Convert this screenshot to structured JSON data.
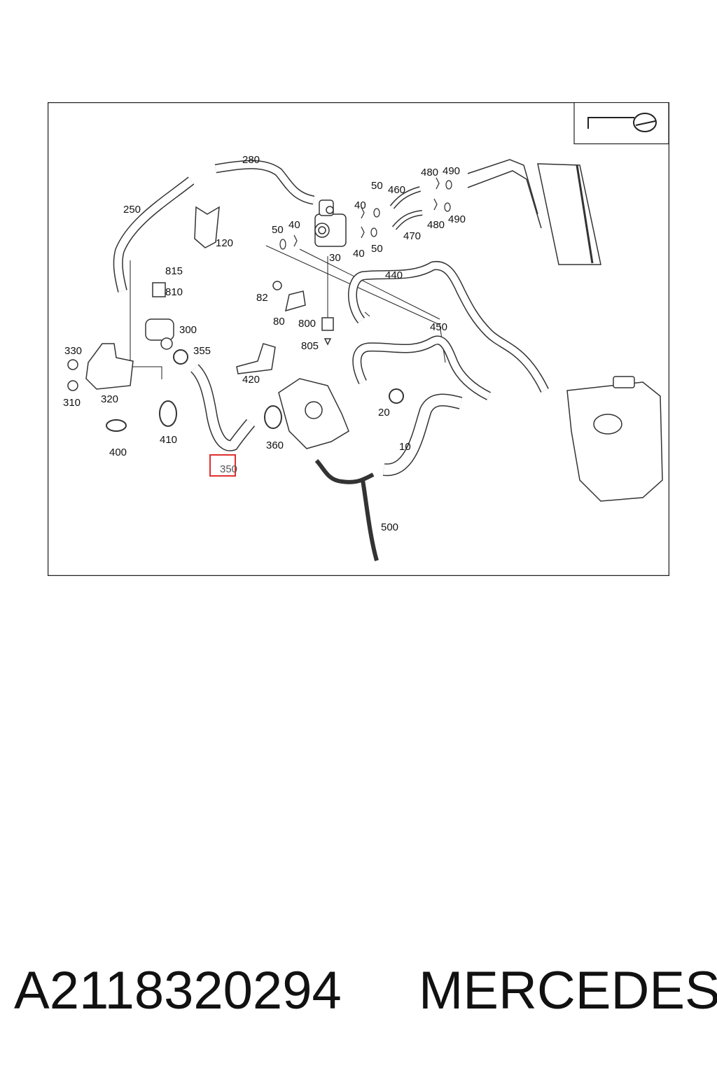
{
  "diagram": {
    "part_labels": {
      "p10": "10",
      "p20": "20",
      "p30": "30",
      "p40a": "40",
      "p40b": "40",
      "p40c": "40",
      "p50a": "50",
      "p50b": "50",
      "p50c": "50",
      "p80": "80",
      "p82": "82",
      "p120": "120",
      "p250": "250",
      "p280": "280",
      "p300": "300",
      "p310": "310",
      "p320": "320",
      "p330": "330",
      "p350": "350",
      "p355": "355",
      "p360": "360",
      "p400": "400",
      "p410": "410",
      "p420": "420",
      "p440": "440",
      "p450": "450",
      "p460": "460",
      "p470": "470",
      "p480a": "480",
      "p480b": "480",
      "p490a": "490",
      "p490b": "490",
      "p500": "500",
      "p800": "800",
      "p805": "805",
      "p810": "810",
      "p815": "815"
    },
    "highlighted_part": "350",
    "highlight_color": "#e03030"
  },
  "footer": {
    "part_number": "A2118320294",
    "brand": "MERCEDES"
  }
}
